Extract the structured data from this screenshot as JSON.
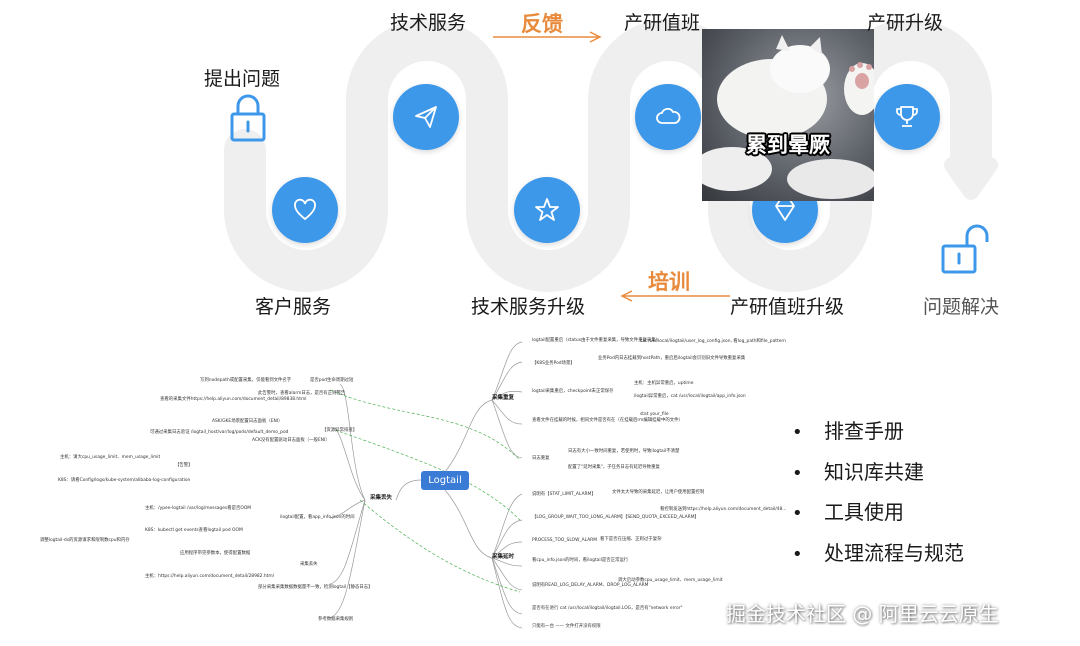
{
  "flow": {
    "ask": "提出问题",
    "customer_service": "客户服务",
    "tech_service": "技术服务",
    "tech_service_upgrade": "技术服务升级",
    "rd_duty": "产研值班",
    "rd_duty_upgrade": "产研值班升级",
    "rd_upgrade": "产研升级",
    "resolved": "问题解决",
    "feedback": "反馈",
    "training": "培训"
  },
  "meme": {
    "caption": "累到晕厥"
  },
  "bullets": [
    "排查手册",
    "知识库共建",
    "工具使用",
    "处理流程与规范"
  ],
  "mindmap": {
    "center": "Logtail",
    "branches": {
      "collect_repeat": "采集重复",
      "collect_missing": "采集丢失",
      "collect_delay": "采集延时"
    },
    "right_top": [
      "logtail配置重启（status由于文件重复采集，导致文件重复采集）",
      "cat /usr/local/ilogtail/user_log_config.json, 看log_path和file_pattern",
      "【K8S业务Pod场景】",
      "业务Pod内日志挂载到hostPath，重启后ilogtail会识别旧文件导致重复采集",
      "logtail采集重启，checkpoint未正常保存",
      "主机：主机异常重启，uptime",
      "ilogtail异常重启，cat /usr/local/ilogtail/app_info.json",
      "查看文件在挂载的时候，相同文件是否有在（在挂载后rm编辑挂载中的文件）",
      "stat your_file",
      "日志重复",
      "日志有大小一致时间重复，若使用时，导致ilogtail不清楚",
      "配置了\"延时采集\"，子任务日志有延迟导致重复"
    ],
    "right_bottom": [
      "说明有【STAT_LIMIT_ALARM】",
      "文件太大导致的采集延迟，让用户使用配置控制",
      "【LOG_GROUP_WAIT_TOO_LONG_ALARM】【SEND_QUOTA_EXCEED_ALARM】",
      "看控制发送到https://help.aliyun.com/document_detail/48...",
      "PROCESS_TOO_SLOW_ALARM",
      "看下是否在压缩、正则过于复杂",
      "看cpu_info.json的时间，看ilogtail是否正常运行",
      "说明有READ_LOG_DELAY_ALARM、DROP_LOG_ALARM",
      "调大启动参数cpu_usage_limit、mem_usage_limit",
      "是否有在进行 cat /usr/local/ilogtail/ilogtail.LOG，是否有\"network error\"",
      "只能有一台 —— 文件打开没有权限"
    ],
    "left": [
      "写到nodepath或配置采集，仅能看到文件名字",
      "是否pod生命周期过短",
      "查看的采集文件https://help.aliyun.com/document_detail/89838.html",
      "此告警时，查看alarm日志，是否有正则警告",
      "ASK/GKE场景配置日志面板（ENI）",
      "【资源异常排查】",
      "可通过采集日志验证 /logtail_host/var/log/pods/default_demo_pod",
      "ACK没有配置驱动日志面板（一般ENI）",
      "主机：请大cpu_usage_limit、mem_usage_limit",
      "【告警】",
      "ilogtail配置，看app_info.json的时间",
      "K8S：请看Config/logs/kube-system/alibaba-log-configuration",
      "主机：/ypee-logtail /var/log/messages看是否OOM",
      "K8S：kubectl get events查看logtail pod OOM",
      "调整logtail-ds的资源请求和限制数cpu和内存",
      "应用程序带完参数本，使得配置数据",
      "采集丢失",
      "主机：https://help.aliyun.com/document_detail/28982.html",
      "部分采集采集数据数据量不一致，检测logtail【静态日志】",
      "参考数据采集规则"
    ]
  },
  "watermark": "掘金技术社区 @ 阿里云云原生",
  "colors": {
    "track": "#efefef",
    "circle": "#3d98ea",
    "accent": "#e98a3b",
    "mind_center": "#3a7bd5"
  }
}
